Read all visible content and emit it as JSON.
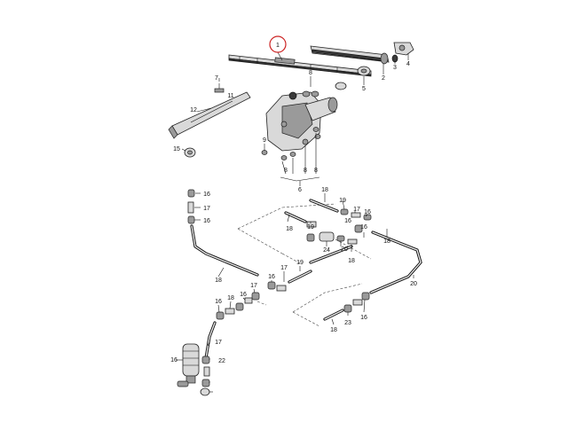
{
  "diagram": {
    "highlight_color": "#cc2222",
    "callouts": [
      {
        "id": "c1",
        "text": "1",
        "highlighted": true
      },
      {
        "id": "c2",
        "text": "2"
      },
      {
        "id": "c3",
        "text": "3"
      },
      {
        "id": "c4",
        "text": "4"
      },
      {
        "id": "c5",
        "text": "5"
      },
      {
        "id": "c6",
        "text": "6"
      },
      {
        "id": "c7",
        "text": "7"
      },
      {
        "id": "c8a",
        "text": "8"
      },
      {
        "id": "c8b",
        "text": "8"
      },
      {
        "id": "c8c",
        "text": "8"
      },
      {
        "id": "c8d",
        "text": "8"
      },
      {
        "id": "c9",
        "text": "9"
      },
      {
        "id": "c11",
        "text": "11"
      },
      {
        "id": "c12",
        "text": "12"
      },
      {
        "id": "c15",
        "text": "15"
      },
      {
        "id": "c16a",
        "text": "16"
      },
      {
        "id": "c17a",
        "text": "17"
      },
      {
        "id": "c16b",
        "text": "16"
      },
      {
        "id": "c18a",
        "text": "18"
      },
      {
        "id": "c18b",
        "text": "18"
      },
      {
        "id": "c19a",
        "text": "19"
      },
      {
        "id": "c16c",
        "text": "16"
      },
      {
        "id": "c17b",
        "text": "17"
      },
      {
        "id": "c16d",
        "text": "16"
      },
      {
        "id": "c18c",
        "text": "18"
      },
      {
        "id": "c19b",
        "text": "19"
      },
      {
        "id": "c24",
        "text": "24"
      },
      {
        "id": "c20a",
        "text": "20"
      },
      {
        "id": "c18d",
        "text": "18"
      },
      {
        "id": "c16e",
        "text": "16"
      },
      {
        "id": "c18e",
        "text": "18"
      },
      {
        "id": "c19c",
        "text": "19"
      },
      {
        "id": "c20b",
        "text": "20"
      },
      {
        "id": "c17c",
        "text": "17"
      },
      {
        "id": "c16f",
        "text": "16"
      },
      {
        "id": "c17d",
        "text": "17"
      },
      {
        "id": "c16g",
        "text": "16"
      },
      {
        "id": "c18f",
        "text": "18"
      },
      {
        "id": "c16h",
        "text": "16"
      },
      {
        "id": "c18g",
        "text": "18"
      },
      {
        "id": "c23",
        "text": "23"
      },
      {
        "id": "c16i",
        "text": "16"
      },
      {
        "id": "c17e",
        "text": "17"
      },
      {
        "id": "c16j",
        "text": "16"
      },
      {
        "id": "c22",
        "text": "22"
      }
    ]
  }
}
